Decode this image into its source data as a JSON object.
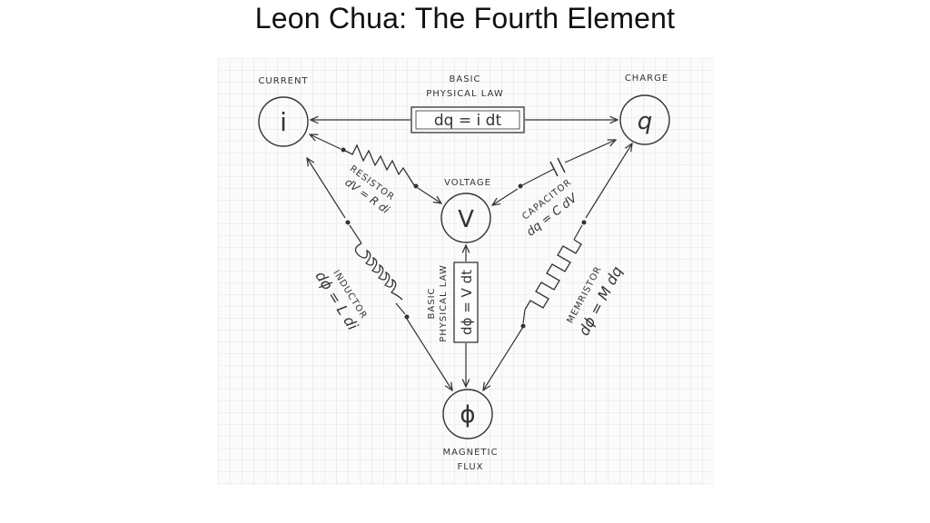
{
  "slide": {
    "title": "Leon Chua: The Fourth Element"
  },
  "diagram": {
    "nodes": {
      "current": {
        "caption": "CURRENT",
        "symbol": "i"
      },
      "charge": {
        "caption": "CHARGE",
        "symbol": "q"
      },
      "voltage": {
        "caption": "VOLTAGE",
        "symbol": "V"
      },
      "flux": {
        "caption_line1": "MAGNETIC",
        "caption_line2": "FLUX",
        "symbol": "ϕ"
      }
    },
    "laws": {
      "top": {
        "label_line1": "BASIC",
        "label_line2": "PHYSICAL LAW",
        "equation": "dq = i dt"
      },
      "vertical": {
        "label_line1": "BASIC",
        "label_line2": "PHYSICAL LAW",
        "equation": "dϕ = V dt"
      }
    },
    "elements": {
      "resistor": {
        "name": "RESISTOR",
        "equation": "dV = R di"
      },
      "capacitor": {
        "name": "CAPACITOR",
        "equation": "dq = C dV"
      },
      "inductor": {
        "name": "INDUCTOR",
        "equation": "dϕ = L di"
      },
      "memristor": {
        "name": "MEMRISTOR",
        "equation": "dϕ = M dq"
      }
    }
  }
}
